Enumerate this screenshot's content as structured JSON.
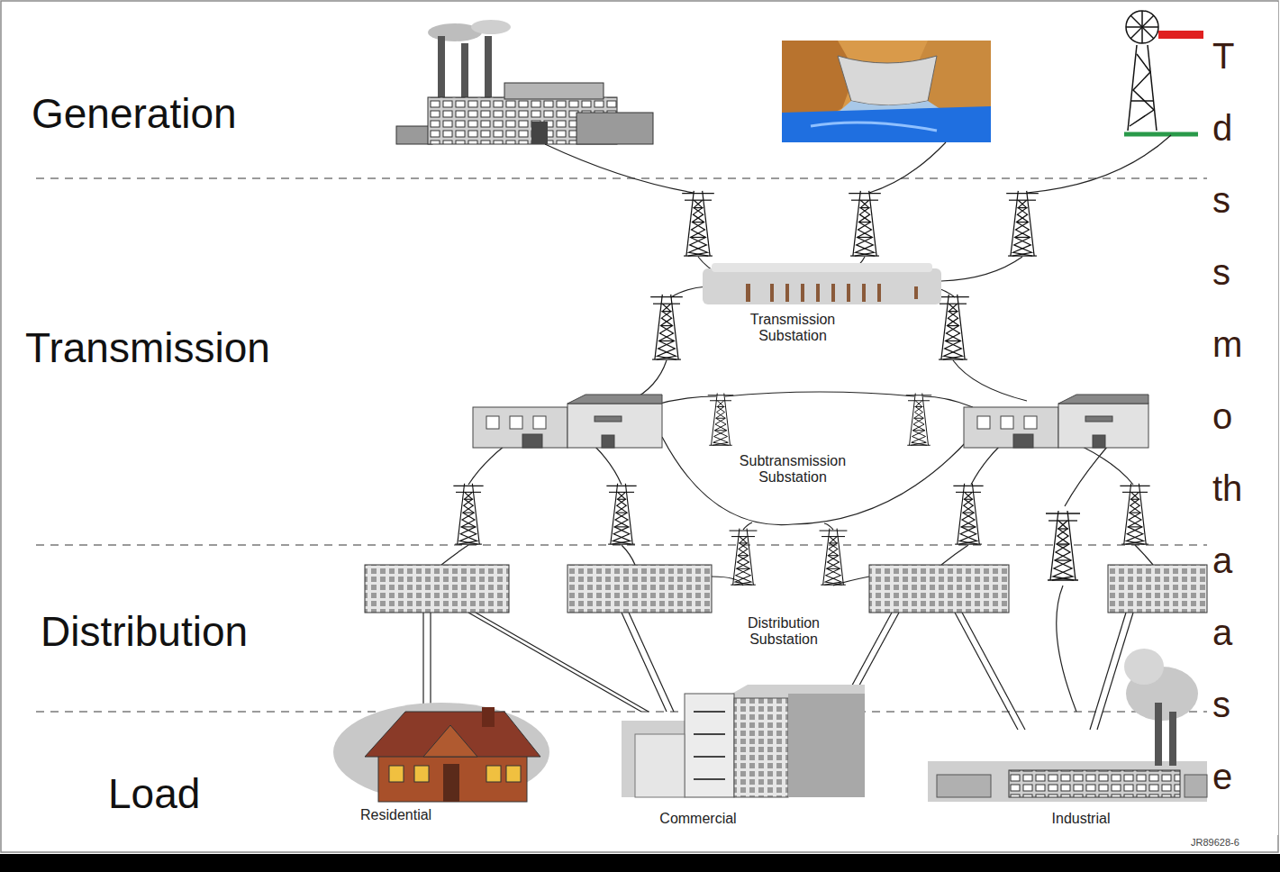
{
  "diagram": {
    "labels": [
      "Generation",
      "Transmission",
      "Distribution",
      "Load",
      "Transmission Substation",
      "Subtransmission Substation",
      "Distribution Substation",
      "Residential",
      "Commercial",
      "Industrial",
      "JR89628-6",
      "T d s s m o th a a s e"
    ]
  }
}
